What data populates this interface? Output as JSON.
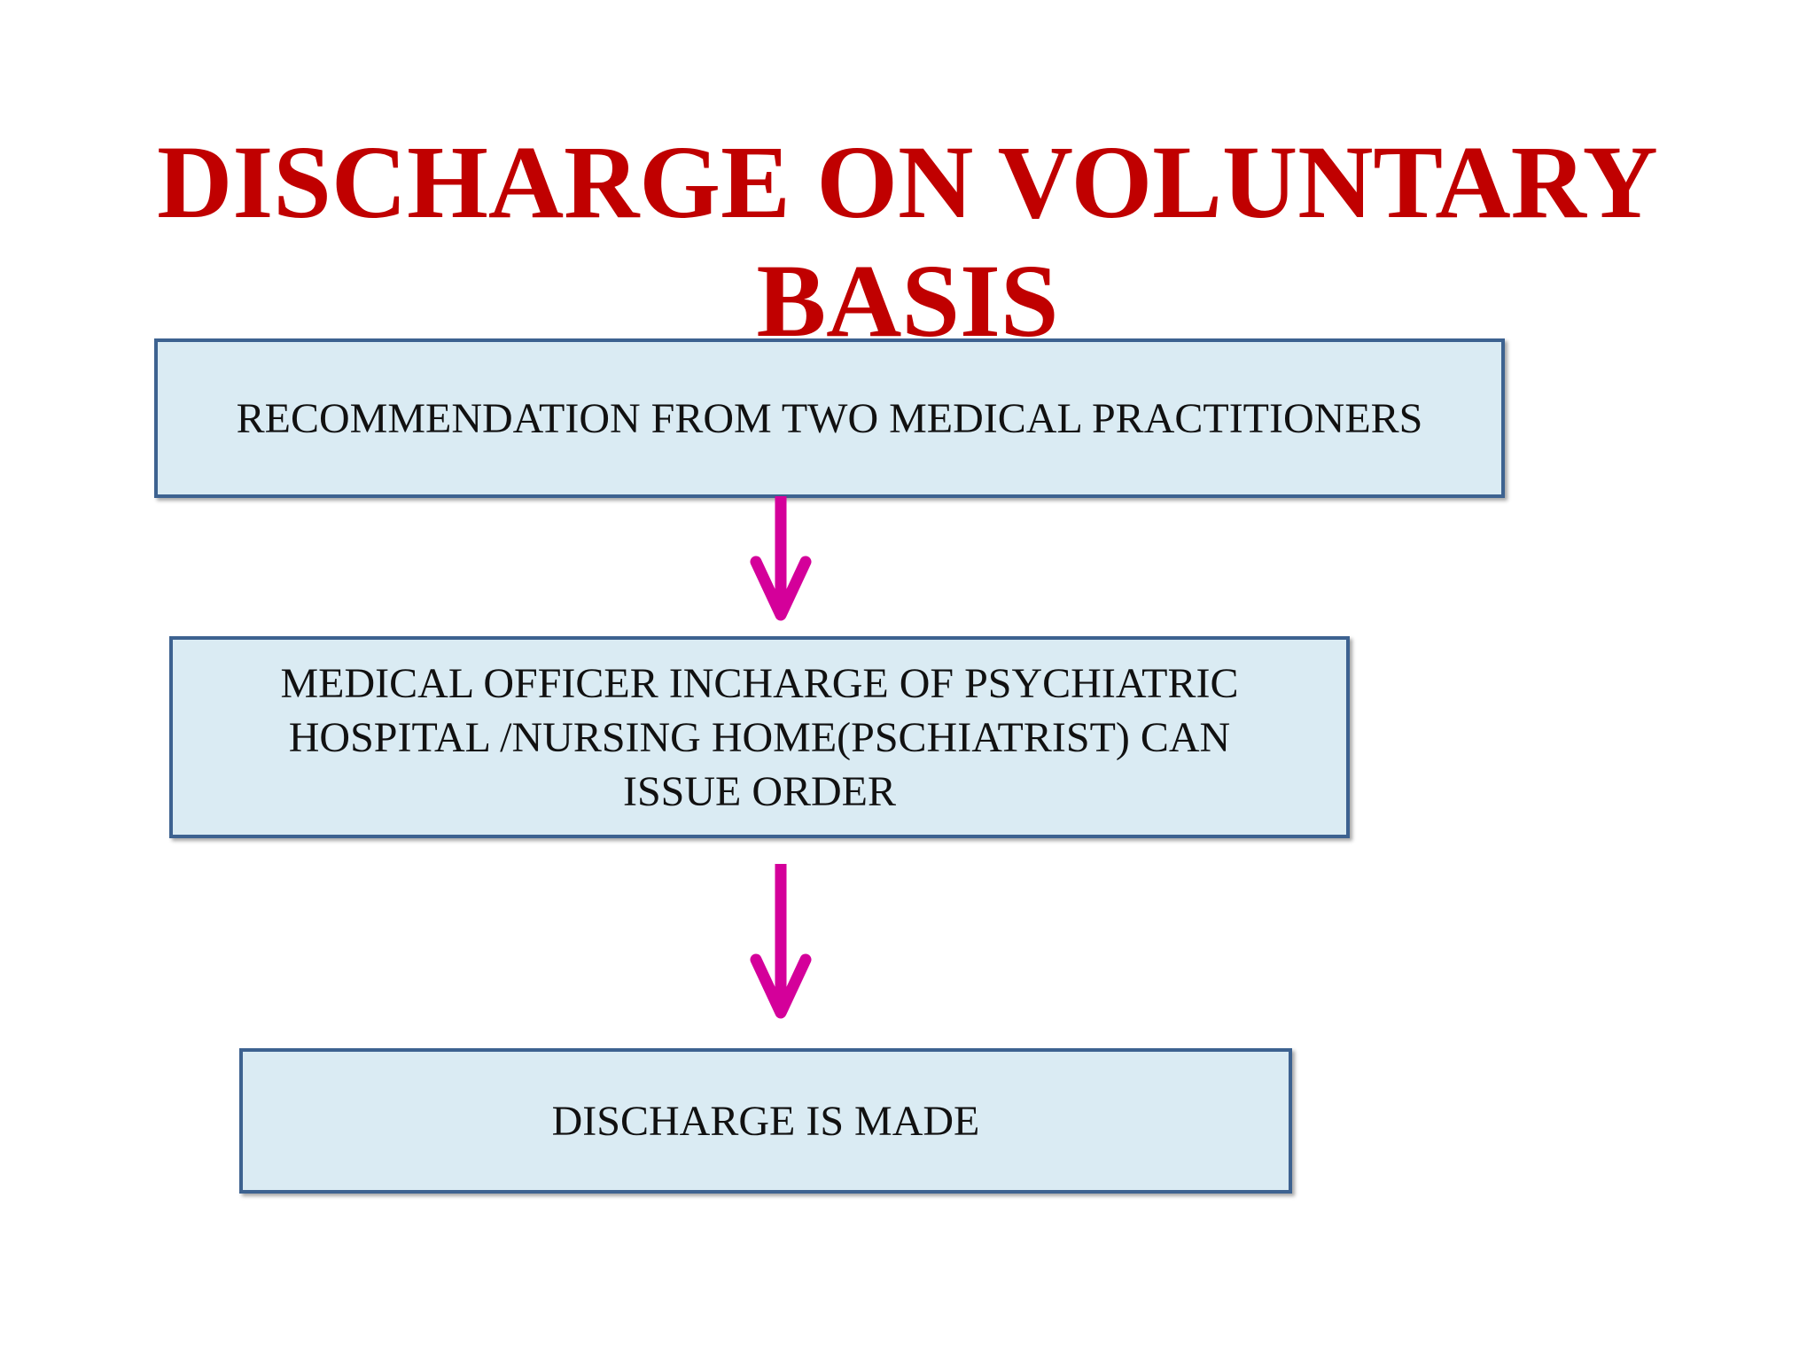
{
  "title": {
    "line1": "DISCHARGE ON VOLUNTARY",
    "line2": "BASIS"
  },
  "flow": {
    "step1": "RECOMMENDATION FROM TWO MEDICAL PRACTITIONERS",
    "step2_line1": "MEDICAL OFFICER INCHARGE OF PSYCHIATRIC",
    "step2_line2": "HOSPITAL /NURSING HOME(PSCHIATRIST) CAN",
    "step2_line3": "ISSUE ORDER",
    "step3": "DISCHARGE IS MADE"
  },
  "colors": {
    "title": "#c00000",
    "box_fill": "#daebf3",
    "box_border": "#3d6290",
    "arrow": "#d4009a"
  },
  "icons": {
    "arrow": "arrow-down-icon"
  }
}
